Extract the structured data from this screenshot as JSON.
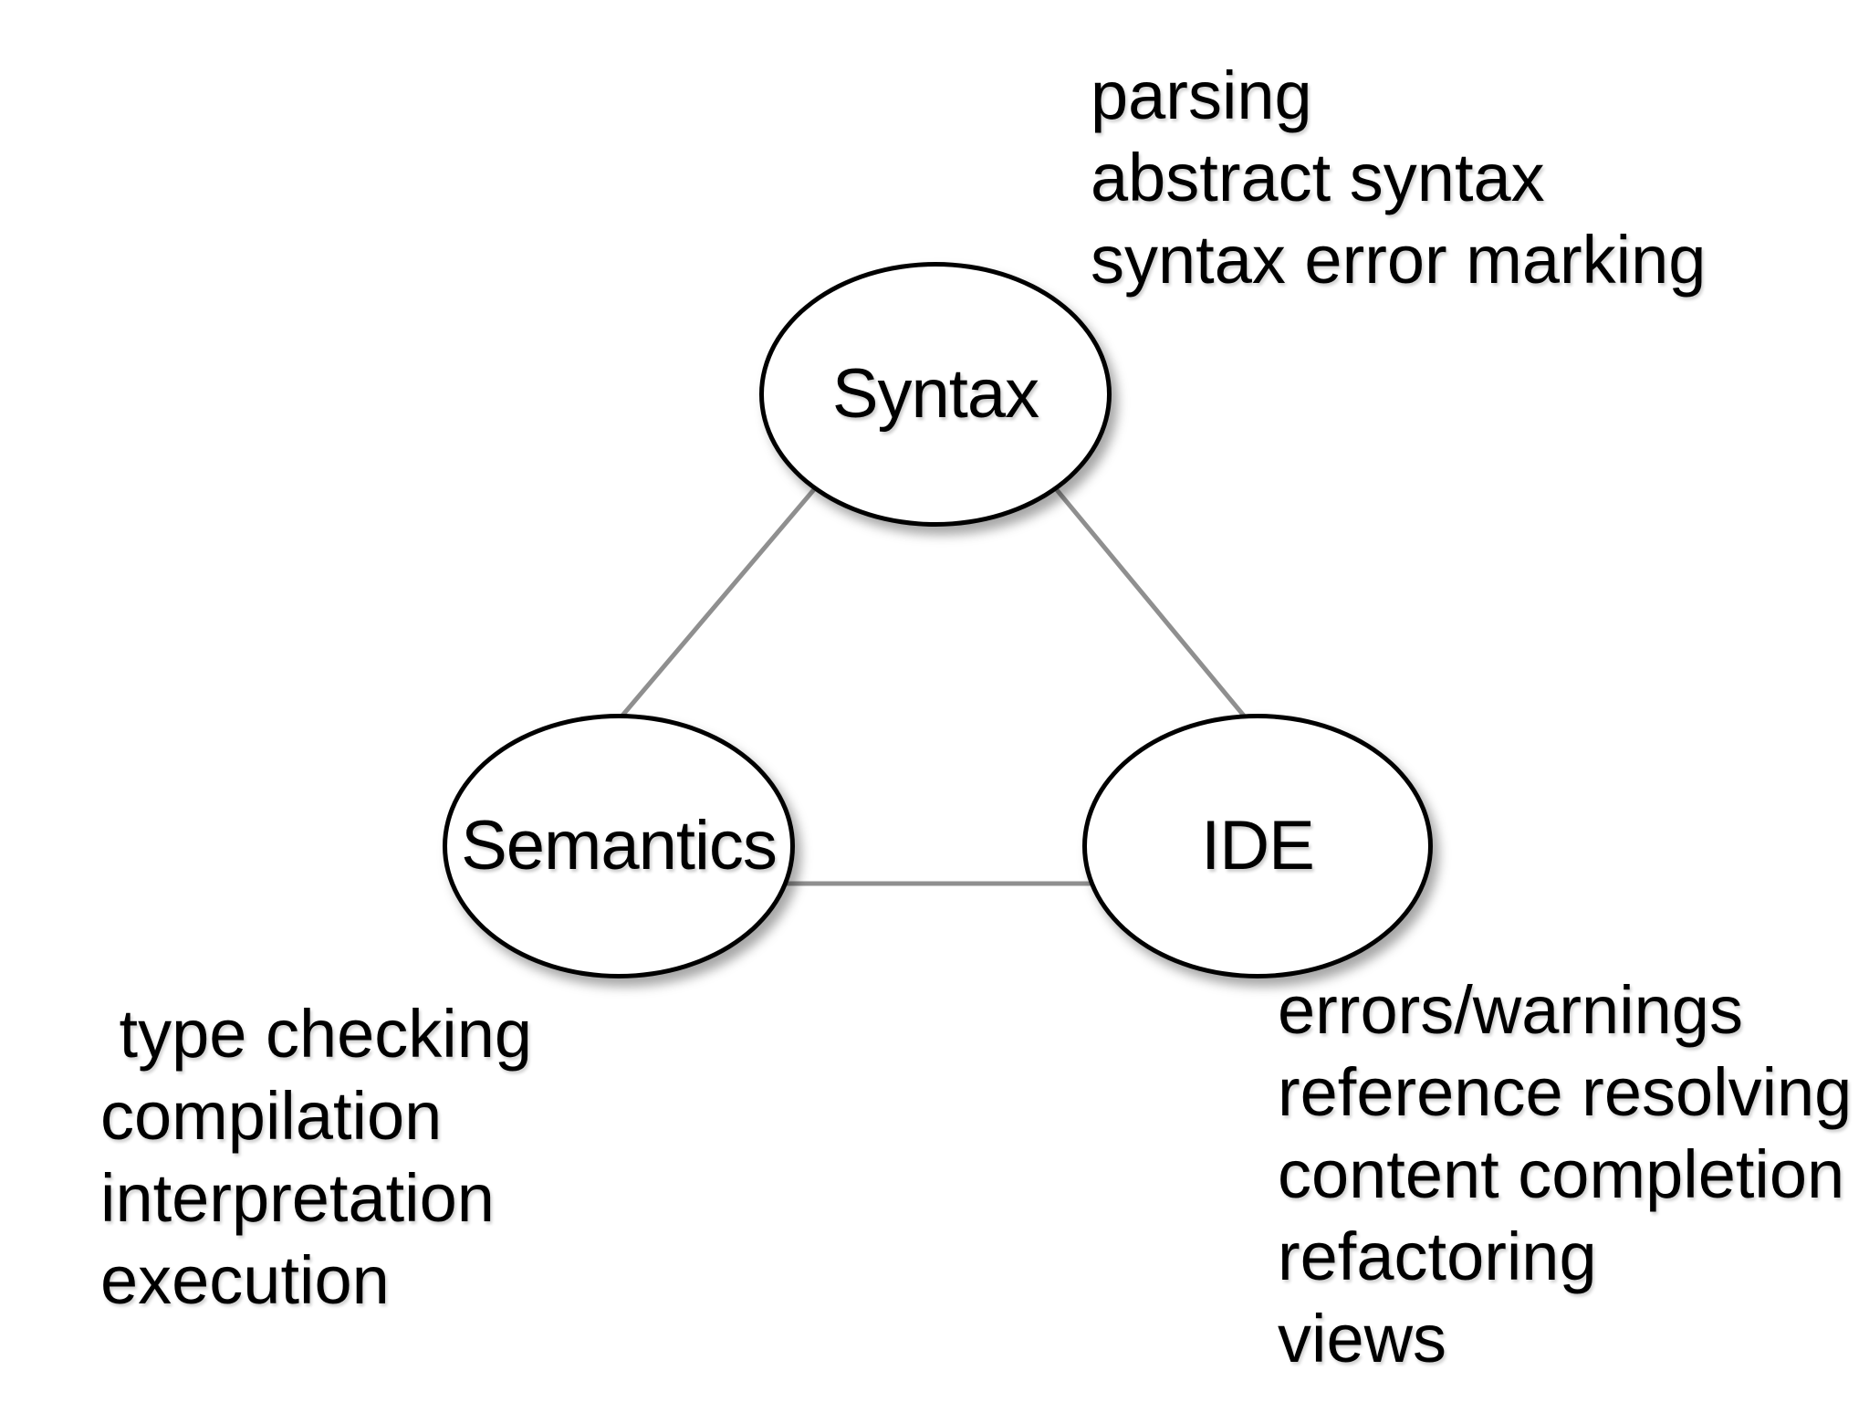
{
  "diagram": {
    "background": "#ffffff",
    "colors": {
      "node_fill": "#ffffff",
      "node_stroke": "#000000",
      "edge": "#8f8f8f",
      "text": "#000000"
    },
    "nodes": [
      {
        "id": "syntax",
        "label": "Syntax"
      },
      {
        "id": "semantics",
        "label": "Semantics"
      },
      {
        "id": "ide",
        "label": "IDE"
      }
    ],
    "edges": [
      {
        "from": "Syntax",
        "to": "Semantics"
      },
      {
        "from": "Syntax",
        "to": "IDE"
      },
      {
        "from": "Semantics",
        "to": "IDE"
      }
    ],
    "annotations": {
      "syntax_features": {
        "near": "Syntax",
        "lines": [
          "parsing",
          "abstract syntax",
          "syntax error marking"
        ]
      },
      "semantics_features": {
        "near": "Semantics",
        "lines": [
          " type checking",
          "compilation",
          "interpretation",
          "execution"
        ]
      },
      "ide_features": {
        "near": "IDE",
        "lines": [
          "errors/warnings",
          "reference resolving",
          "content completion",
          "refactoring",
          "views"
        ]
      }
    }
  }
}
